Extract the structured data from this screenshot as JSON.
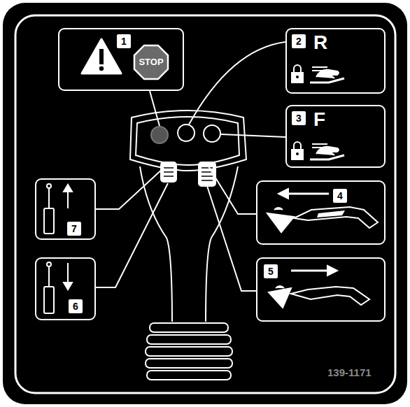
{
  "diagram": {
    "nodes": [
      {
        "text": [
          "1"
        ]
      },
      {
        "text": [
          "STOP"
        ],
        "in": 0
      },
      {
        "text": [
          "2",
          "R"
        ]
      },
      {
        "text": [
          "3",
          "F"
        ]
      },
      {
        "text": [
          "7"
        ]
      },
      {
        "text": [
          "4"
        ]
      },
      {
        "text": [
          "6"
        ]
      },
      {
        "text": [
          "5"
        ]
      }
    ],
    "labels": [
      "139-1171"
    ]
  }
}
